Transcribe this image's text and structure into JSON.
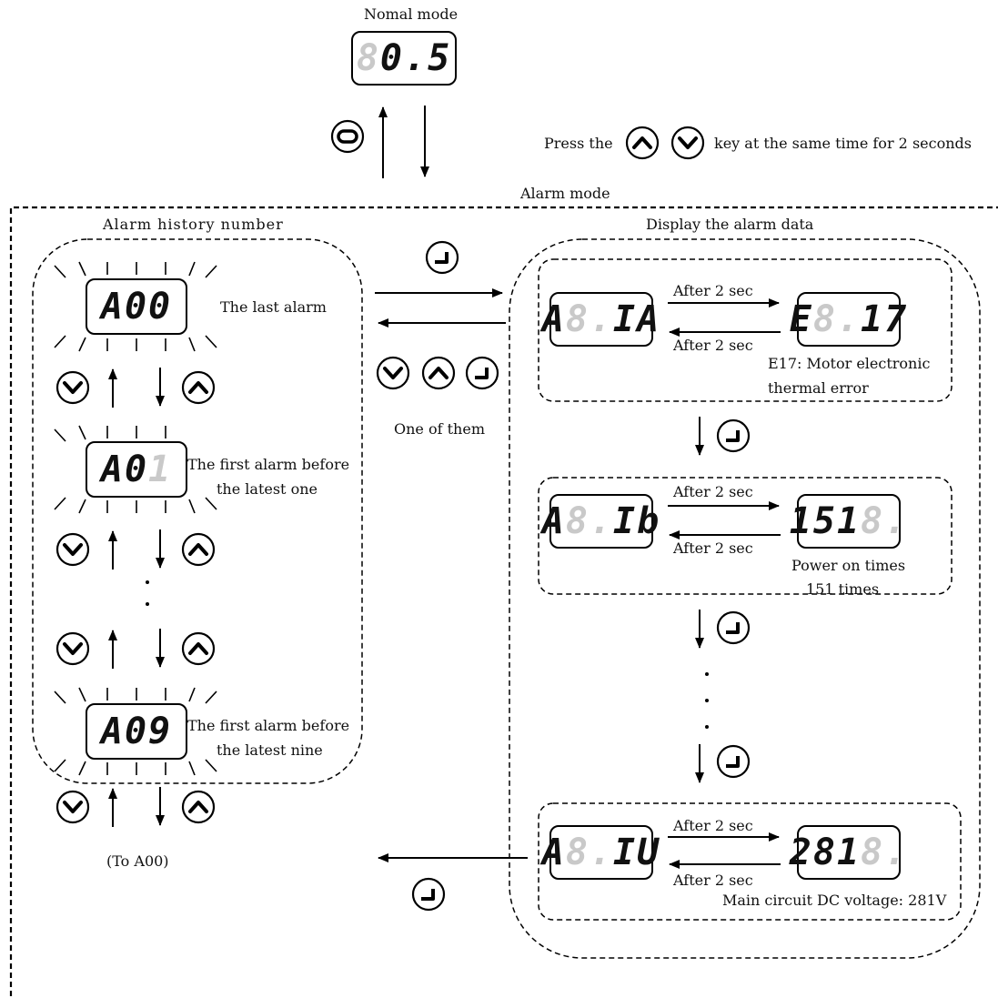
{
  "top": {
    "normal_mode_label": "Nomal mode",
    "normal_display": {
      "ghost": "8",
      "value": "0.5"
    },
    "instruction_prefix": "Press the",
    "instruction_suffix": "key at the same time for 2 seconds",
    "alarm_mode_label": "Alarm mode"
  },
  "left_panel": {
    "title": "Alarm history number",
    "entries": [
      {
        "display": {
          "value": "A00",
          "ghost": ""
        },
        "desc_line1": "The last alarm",
        "desc_line2": ""
      },
      {
        "display": {
          "value": "A0",
          "ghost": "1"
        },
        "desc_line1": "The first alarm before",
        "desc_line2": "the latest one"
      },
      {
        "display": {
          "value": "A09",
          "ghost": ""
        },
        "desc_line1": "The first alarm before",
        "desc_line2": "the latest nine"
      }
    ],
    "to_label": "(To A00)"
  },
  "middle": {
    "one_of_them": "One of them"
  },
  "right_panel": {
    "title": "Display the alarm data",
    "groups": [
      {
        "left_display": {
          "prefix": "A",
          "ghost": "8.",
          "suffix": "IA"
        },
        "right_display": {
          "prefix": "E",
          "ghost": "8.",
          "suffix": "17"
        },
        "forward": "After 2 sec",
        "back": "After 2 sec",
        "note_line1": "E17: Motor electronic",
        "note_line2": "thermal error"
      },
      {
        "left_display": {
          "prefix": "A",
          "ghost": "8.",
          "suffix": "Ib"
        },
        "right_display": {
          "prefix": "151",
          "ghost": "8.",
          "suffix": ""
        },
        "forward": "After 2 sec",
        "back": "After 2 sec",
        "note_line1": "Power on times",
        "note_line2": "151 times"
      },
      {
        "left_display": {
          "prefix": "A",
          "ghost": "8.",
          "suffix": "IU"
        },
        "right_display": {
          "prefix": "281",
          "ghost": "8.",
          "suffix": ""
        },
        "forward": "After 2 sec",
        "back": "After 2 sec",
        "note_line1": "Main circuit DC voltage: 281V",
        "note_line2": ""
      }
    ]
  },
  "icons": {
    "up_key": "chevron-up-icon",
    "down_key": "chevron-down-icon",
    "enter_key": "enter-icon",
    "mode_key": "loop-icon"
  }
}
